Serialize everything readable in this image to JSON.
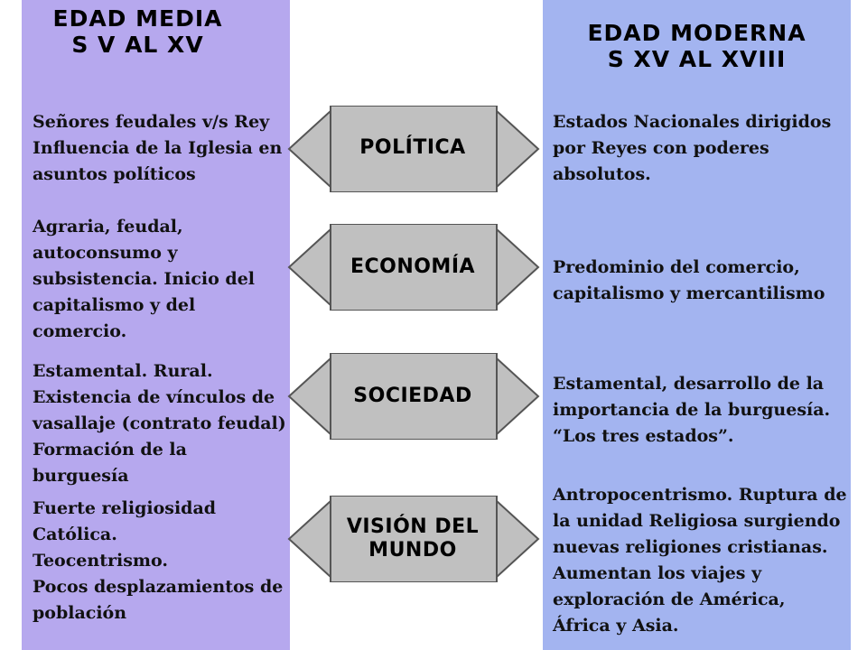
{
  "columns": {
    "left_heading": "EDAD MEDIA\nS V AL XV",
    "right_heading": "EDAD MODERNA\nS XV AL XVIII"
  },
  "rows": [
    {
      "label": "POLÍTICA",
      "left": "Señores feudales v/s Rey\nInfluencia de la Iglesia en asuntos políticos",
      "right": "Estados Nacionales dirigidos por Reyes con poderes absolutos."
    },
    {
      "label": "ECONOMÍA",
      "left": "Agraria, feudal, autoconsumo y subsistencia. Inicio del capitalismo y del comercio.",
      "right": "Predominio del comercio, capitalismo y mercantilismo"
    },
    {
      "label": "SOCIEDAD",
      "left": "Estamental. Rural.\nExistencia de vínculos de vasallaje (contrato feudal)\nFormación de la burguesía",
      "right": "Estamental, desarrollo de la importancia de la burguesía.\n“Los tres estados”."
    },
    {
      "label": "VISIÓN DEL\nMUNDO",
      "left": "Fuerte religiosidad Católica.\nTeocentrismo.\nPocos desplazamientos de población",
      "right": "Antropocentrismo. Ruptura de la unidad Religiosa surgiendo nuevas religiones cristianas.\nAumentan los viajes y exploración de América, África y Asia."
    }
  ],
  "colors": {
    "left_column": "#b6a8ee",
    "right_column": "#a3b4f0",
    "arrow_fill": "#c0c0c0",
    "arrow_stroke": "#555555"
  }
}
